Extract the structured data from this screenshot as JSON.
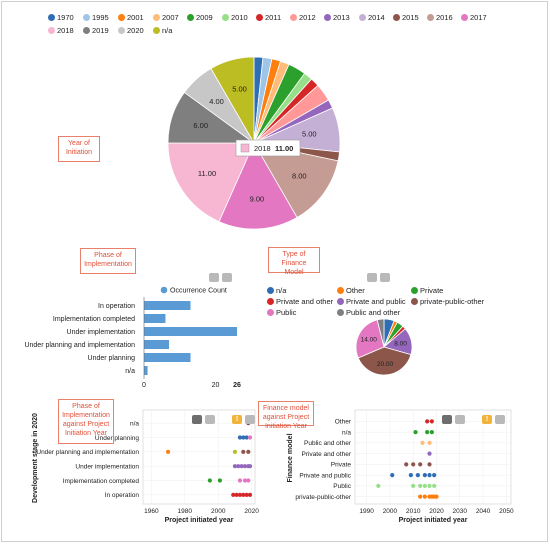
{
  "colors": {
    "callout_border": "#e8806b",
    "callout_text": "#e0503a",
    "bar_fill": "#5b9bd5"
  },
  "pie_legend": [
    {
      "label": "1970",
      "color": "#2f6db5"
    },
    {
      "label": "1995",
      "color": "#9ec5e8"
    },
    {
      "label": "2001",
      "color": "#ff7f0e"
    },
    {
      "label": "2007",
      "color": "#ffbb78"
    },
    {
      "label": "2009",
      "color": "#2ca02c"
    },
    {
      "label": "2010",
      "color": "#98df8a"
    },
    {
      "label": "2011",
      "color": "#d62728"
    },
    {
      "label": "2012",
      "color": "#ff9896"
    },
    {
      "label": "2013",
      "color": "#9467bd"
    },
    {
      "label": "2014",
      "color": "#c5b0d5"
    },
    {
      "label": "2015",
      "color": "#8c564b"
    },
    {
      "label": "2016",
      "color": "#c49c94"
    },
    {
      "label": "2017",
      "color": "#e377c2"
    },
    {
      "label": "2018",
      "color": "#f7b6d2"
    },
    {
      "label": "2019",
      "color": "#7f7f7f"
    },
    {
      "label": "2020",
      "color": "#c7c7c7"
    },
    {
      "label": "n/a",
      "color": "#bcbd22"
    }
  ],
  "callouts": {
    "year": "Year of Initiation",
    "phase": "Phase of Implementation",
    "finance": "Type of Finance Model",
    "phase_vs_year": "Phase of Implementation against Project Initiation Year",
    "finance_vs_year": "Finance model against Project Initiation Year"
  },
  "tooltip": {
    "label": "2018",
    "value": "11.00"
  },
  "finance_legend": [
    {
      "label": "n/a",
      "color": "#2f6db5"
    },
    {
      "label": "Other",
      "color": "#ff7f0e"
    },
    {
      "label": "Private",
      "color": "#2ca02c"
    },
    {
      "label": "Private and other",
      "color": "#d62728"
    },
    {
      "label": "Private and public",
      "color": "#9467bd"
    },
    {
      "label": "private-public-other",
      "color": "#8c564b"
    },
    {
      "label": "Public",
      "color": "#e377c2"
    },
    {
      "label": "Public and other",
      "color": "#7f7f7f"
    }
  ],
  "chart_data": [
    {
      "type": "pie",
      "title": "",
      "categories": [
        "1970",
        "1995",
        "2001",
        "2007",
        "2009",
        "2010",
        "2011",
        "2012",
        "2013",
        "2014",
        "2015",
        "2016",
        "2017",
        "2018",
        "2019",
        "2020",
        "n/a"
      ],
      "values": [
        1,
        1,
        1,
        1,
        2,
        1,
        1,
        2,
        1,
        5,
        1,
        8,
        9,
        11,
        6,
        4,
        5
      ],
      "value_labels": [
        "",
        "",
        "",
        "",
        "",
        "",
        "",
        "",
        "",
        "5.00",
        "",
        "8.00",
        "9.00",
        "11.00",
        "6.00",
        "4.00",
        "5.00"
      ]
    },
    {
      "type": "bar",
      "orientation": "horizontal",
      "legend": "Occurrence Count",
      "categories": [
        "In operation",
        "Implementation completed",
        "Under implementation",
        "Under planning and implementation",
        "Under planning",
        "n/a"
      ],
      "values": [
        13,
        6,
        26,
        7,
        13,
        1
      ],
      "xlim": [
        0,
        26
      ],
      "x_ticks": [
        "0",
        "20",
        "26"
      ]
    },
    {
      "type": "pie",
      "categories": [
        "n/a",
        "Other",
        "Private",
        "Private and other",
        "Private and public",
        "private-public-other",
        "Public",
        "Public and other"
      ],
      "values": [
        3,
        1,
        2,
        1,
        8,
        20,
        14,
        2
      ],
      "value_labels": [
        "",
        "",
        "",
        "",
        "8.00",
        "20.00",
        "14.00",
        ""
      ]
    },
    {
      "type": "scatter",
      "xlabel": "Project initiated year",
      "ylabel": "Development stage in 2020",
      "xlim": [
        1955,
        2022
      ],
      "x_ticks": [
        "1960",
        "1980",
        "2000",
        "2020"
      ],
      "y_categories": [
        "n/a",
        "Under planning",
        "Under planning and implementation",
        "Under implementation",
        "Implementation completed",
        "In operation"
      ],
      "points": [
        {
          "y": "n/a",
          "x": 2018,
          "color": "#8c564b"
        },
        {
          "y": "Under planning",
          "x": 2013,
          "color": "#2f6db5"
        },
        {
          "y": "Under planning",
          "x": 2015,
          "color": "#2f6db5"
        },
        {
          "y": "Under planning",
          "x": 2017,
          "color": "#2f6db5"
        },
        {
          "y": "Under planning",
          "x": 2019,
          "color": "#e377c2"
        },
        {
          "y": "Under planning and implementation",
          "x": 1970,
          "color": "#ff7f0e"
        },
        {
          "y": "Under planning and implementation",
          "x": 2010,
          "color": "#bcbd22"
        },
        {
          "y": "Under planning and implementation",
          "x": 2015,
          "color": "#8c564b"
        },
        {
          "y": "Under planning and implementation",
          "x": 2018,
          "color": "#8c564b"
        },
        {
          "y": "Under implementation",
          "x": 2010,
          "color": "#9467bd"
        },
        {
          "y": "Under implementation",
          "x": 2012,
          "color": "#9467bd"
        },
        {
          "y": "Under implementation",
          "x": 2014,
          "color": "#9467bd"
        },
        {
          "y": "Under implementation",
          "x": 2016,
          "color": "#9467bd"
        },
        {
          "y": "Under implementation",
          "x": 2018,
          "color": "#9467bd"
        },
        {
          "y": "Under implementation",
          "x": 2019,
          "color": "#9467bd"
        },
        {
          "y": "Implementation completed",
          "x": 1995,
          "color": "#2ca02c"
        },
        {
          "y": "Implementation completed",
          "x": 2001,
          "color": "#2ca02c"
        },
        {
          "y": "Implementation completed",
          "x": 2013,
          "color": "#e377c2"
        },
        {
          "y": "Implementation completed",
          "x": 2016,
          "color": "#e377c2"
        },
        {
          "y": "Implementation completed",
          "x": 2018,
          "color": "#e377c2"
        },
        {
          "y": "In operation",
          "x": 2009,
          "color": "#d62728"
        },
        {
          "y": "In operation",
          "x": 2011,
          "color": "#d62728"
        },
        {
          "y": "In operation",
          "x": 2013,
          "color": "#d62728"
        },
        {
          "y": "In operation",
          "x": 2015,
          "color": "#d62728"
        },
        {
          "y": "In operation",
          "x": 2017,
          "color": "#d62728"
        },
        {
          "y": "In operation",
          "x": 2019,
          "color": "#d62728"
        }
      ]
    },
    {
      "type": "scatter",
      "xlabel": "Project initiated year",
      "ylabel": "Finance model",
      "xlim": [
        1985,
        2052
      ],
      "x_ticks": [
        "1990",
        "2000",
        "2010",
        "2020",
        "2030",
        "2040",
        "2050"
      ],
      "y_categories": [
        "Other",
        "n/a",
        "Public and other",
        "Private and other",
        "Private",
        "Private and public",
        "Public",
        "private-public-other"
      ],
      "points": [
        {
          "y": "Other",
          "x": 2016,
          "color": "#d62728"
        },
        {
          "y": "Other",
          "x": 2018,
          "color": "#d62728"
        },
        {
          "y": "n/a",
          "x": 2011,
          "color": "#2ca02c"
        },
        {
          "y": "n/a",
          "x": 2016,
          "color": "#2ca02c"
        },
        {
          "y": "n/a",
          "x": 2018,
          "color": "#2ca02c"
        },
        {
          "y": "Public and other",
          "x": 2014,
          "color": "#ffbb78"
        },
        {
          "y": "Public and other",
          "x": 2017,
          "color": "#ffbb78"
        },
        {
          "y": "Private and other",
          "x": 2017,
          "color": "#9467bd"
        },
        {
          "y": "Private",
          "x": 2007,
          "color": "#8c564b"
        },
        {
          "y": "Private",
          "x": 2010,
          "color": "#8c564b"
        },
        {
          "y": "Private",
          "x": 2013,
          "color": "#8c564b"
        },
        {
          "y": "Private",
          "x": 2017,
          "color": "#8c564b"
        },
        {
          "y": "Private and public",
          "x": 2001,
          "color": "#2f6db5"
        },
        {
          "y": "Private and public",
          "x": 2009,
          "color": "#2f6db5"
        },
        {
          "y": "Private and public",
          "x": 2012,
          "color": "#2f6db5"
        },
        {
          "y": "Private and public",
          "x": 2015,
          "color": "#2f6db5"
        },
        {
          "y": "Private and public",
          "x": 2017,
          "color": "#2f6db5"
        },
        {
          "y": "Private and public",
          "x": 2019,
          "color": "#2f6db5"
        },
        {
          "y": "Public",
          "x": 1995,
          "color": "#98df8a"
        },
        {
          "y": "Public",
          "x": 2010,
          "color": "#98df8a"
        },
        {
          "y": "Public",
          "x": 2013,
          "color": "#98df8a"
        },
        {
          "y": "Public",
          "x": 2015,
          "color": "#98df8a"
        },
        {
          "y": "Public",
          "x": 2017,
          "color": "#98df8a"
        },
        {
          "y": "Public",
          "x": 2019,
          "color": "#98df8a"
        },
        {
          "y": "private-public-other",
          "x": 2013,
          "color": "#ff7f0e"
        },
        {
          "y": "private-public-other",
          "x": 2015,
          "color": "#ff7f0e"
        },
        {
          "y": "private-public-other",
          "x": 2017,
          "color": "#ff7f0e"
        },
        {
          "y": "private-public-other",
          "x": 2018,
          "color": "#ff7f0e"
        },
        {
          "y": "private-public-other",
          "x": 2019,
          "color": "#ff7f0e"
        },
        {
          "y": "private-public-other",
          "x": 2020,
          "color": "#ff7f0e"
        }
      ]
    }
  ]
}
